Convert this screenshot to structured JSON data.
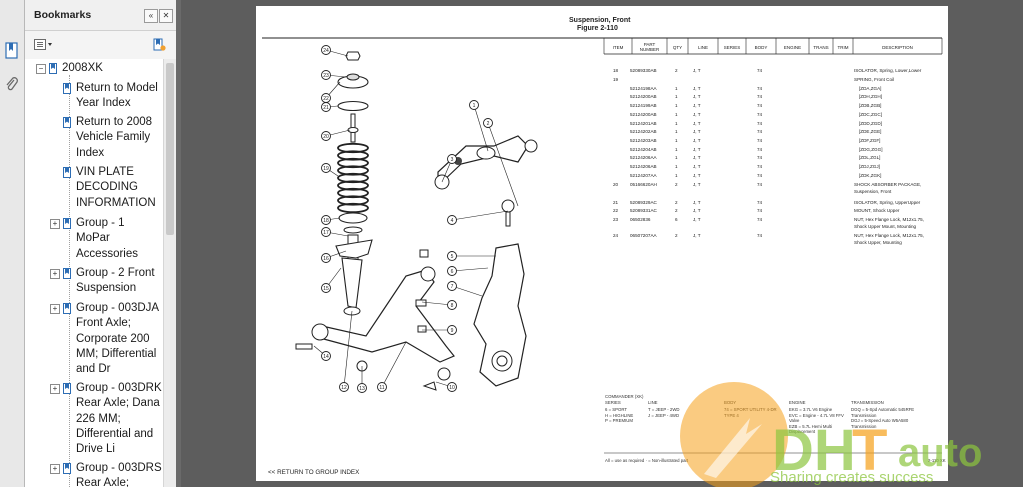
{
  "panel": {
    "title": "Bookmarks",
    "collapse_label": "«",
    "close_label": "✕"
  },
  "bookmarks": [
    {
      "label": "2008XK",
      "lines": [
        "2008XK"
      ],
      "expander": "−"
    },
    {
      "label": "Return to Model Year Index",
      "lines": [
        "Return to Model",
        "Year Index"
      ],
      "expander": ""
    },
    {
      "label": "Return to 2008 Vehicle Family Index",
      "lines": [
        "Return to 2008",
        "Vehicle Family",
        "Index"
      ],
      "expander": ""
    },
    {
      "label": "VIN PLATE DECODING INFORMATION",
      "lines": [
        "VIN PLATE",
        "DECODING",
        "INFORMATION"
      ],
      "expander": ""
    },
    {
      "label": "Group - 1 MoPar Accessories",
      "lines": [
        "Group - 1",
        "MoPar",
        "Accessories"
      ],
      "expander": "+"
    },
    {
      "label": "Group - 2 Front Suspension",
      "lines": [
        "Group - 2 Front",
        "Suspension"
      ],
      "expander": "+"
    },
    {
      "label": "Group - 003DJA Front Axle; Corporate 200 MM; Differential and Dr",
      "lines": [
        "Group - 003DJA",
        "Front Axle;",
        "Corporate 200",
        "MM; Differential",
        "and Dr"
      ],
      "expander": "+"
    },
    {
      "label": "Group - 003DRK Rear Axle; Dana 226 MM; Differential and Drive Li",
      "lines": [
        "Group - 003DRK",
        "Rear Axle; Dana",
        "226 MM;",
        "Differential and",
        "Drive Li"
      ],
      "expander": "+"
    },
    {
      "label": "Group - 003DRS Rear Axle;",
      "lines": [
        "Group - 003DRS",
        "Rear Axle;"
      ],
      "expander": "+"
    }
  ],
  "document": {
    "title": "Suspension, Front",
    "figure": "Figure 2-110",
    "columns": [
      "ITEM",
      "PART NUMBER",
      "QTY",
      "LINE",
      "SERIES",
      "BODY",
      "ENGINE",
      "TRANS",
      "TRIM",
      "DESCRIPTION"
    ],
    "column_lines": [
      [
        "ITEM"
      ],
      [
        "PART",
        "NUMBER"
      ],
      [
        "QTY"
      ],
      [
        "LINE"
      ],
      [
        "SERIES"
      ],
      [
        "BODY"
      ],
      [
        "ENGINE"
      ],
      [
        "TRANS"
      ],
      [
        "TRIM"
      ],
      [
        "DESCRIPTION"
      ]
    ],
    "rows": [
      {
        "item": "18",
        "part": "52089330AB",
        "qty": "2",
        "line": "J, T",
        "body": "74",
        "desc": [
          "ISOLATOR, Spring, Lower,Lower"
        ]
      },
      {
        "item": "19",
        "part": "",
        "qty": "",
        "line": "",
        "body": "",
        "desc": [
          "SPRING, Front Coil"
        ]
      },
      {
        "item": "",
        "part": "52124198AA",
        "qty": "1",
        "line": "J, T",
        "body": "74",
        "desc": [
          "[ZDA,ZGA]"
        ]
      },
      {
        "item": "",
        "part": "52124200AB",
        "qty": "1",
        "line": "J, T",
        "body": "74",
        "desc": [
          "[ZDH,ZGH]"
        ]
      },
      {
        "item": "",
        "part": "52124199AB",
        "qty": "1",
        "line": "J, T",
        "body": "74",
        "desc": [
          "[ZDB,ZGB]"
        ]
      },
      {
        "item": "",
        "part": "52124200AB",
        "qty": "1",
        "line": "J, T",
        "body": "74",
        "desc": [
          "[ZDC,ZGC]"
        ]
      },
      {
        "item": "",
        "part": "52124201AB",
        "qty": "1",
        "line": "J, T",
        "body": "74",
        "desc": [
          "[ZDD,ZGD]"
        ]
      },
      {
        "item": "",
        "part": "52124202AB",
        "qty": "1",
        "line": "J, T",
        "body": "74",
        "desc": [
          "[ZDE,ZGE]"
        ]
      },
      {
        "item": "",
        "part": "52124203AB",
        "qty": "1",
        "line": "J, T",
        "body": "74",
        "desc": [
          "[ZDF,ZGF]"
        ]
      },
      {
        "item": "",
        "part": "52124204AB",
        "qty": "1",
        "line": "J, T",
        "body": "74",
        "desc": [
          "[ZDG,ZGG]"
        ]
      },
      {
        "item": "",
        "part": "52124206AA",
        "qty": "1",
        "line": "J, T",
        "body": "74",
        "desc": [
          "[ZDL,ZGL]"
        ]
      },
      {
        "item": "",
        "part": "52124206AB",
        "qty": "1",
        "line": "J, T",
        "body": "74",
        "desc": [
          "[ZDJ,ZGJ]"
        ]
      },
      {
        "item": "",
        "part": "52124207AA",
        "qty": "1",
        "line": "J, T",
        "body": "74",
        "desc": [
          "[ZDK,ZGK]"
        ]
      },
      {
        "item": "20",
        "part": "05166620AH",
        "qty": "2",
        "line": "J, T",
        "body": "74",
        "desc": [
          "SHOCK ABSORBER PACKAGE,",
          "Suspension, Front"
        ]
      },
      {
        "item": "21",
        "part": "52089329AC",
        "qty": "2",
        "line": "J, T",
        "body": "74",
        "desc": [
          "ISOLATOR, Spring, UpperUpper"
        ]
      },
      {
        "item": "22",
        "part": "52089331AC",
        "qty": "2",
        "line": "J, T",
        "body": "74",
        "desc": [
          "MOUNT, Shock Upper"
        ]
      },
      {
        "item": "23",
        "part": "06502836",
        "qty": "6",
        "line": "J, T",
        "body": "74",
        "desc": [
          "NUT, Hex Flange Lock, M12x1.75,",
          "Shock Upper Mount, Mounting"
        ]
      },
      {
        "item": "24",
        "part": "06507207AA",
        "qty": "2",
        "line": "J, T",
        "body": "74",
        "desc": [
          "NUT, Hex Flange Lock, M12x1.75,",
          "Shock Upper, Mounting"
        ]
      }
    ],
    "callouts": [
      "1",
      "2",
      "3",
      "4",
      "5",
      "6",
      "7",
      "8",
      "9",
      "10",
      "11",
      "12",
      "13",
      "14",
      "15",
      "16",
      "17",
      "18",
      "19",
      "20",
      "21",
      "22",
      "23",
      "24"
    ],
    "legend": {
      "commander": "COMMANDER (XK)",
      "series_head": "SERIES",
      "line_head": "LINE",
      "body_head": "BODY",
      "engine_head": "ENGINE",
      "trans_head": "TRANSMISSION",
      "series": [
        "6 = SPORT",
        "H = HIGHLINE",
        "P = PREMIUM"
      ],
      "lines": [
        "T = JEEP - 2WD",
        "J = JEEP - 4WD"
      ],
      "body": [
        "74 = SPORT UTILITY 4-DR",
        "TYPE 4"
      ],
      "engine": [
        "EKG = 3.7L V6 Engine",
        "EVC = Engine - 4.7L V8 FFV",
        "Valve",
        "EZB = 5.7L Hemi Multi",
        "Displacement"
      ],
      "trans": [
        "DGQ = 5-Spd Automatic 545RFE",
        "Transmission",
        "DGJ = 5-Speed Auto W5A580",
        "Transmission"
      ]
    },
    "footer_note": "All = use as required   · = Non-illustrated part",
    "page_number": "2-110 XK",
    "return_link": "<< RETURN TO GROUP INDEX"
  },
  "watermark": {
    "brand": "DHT auto",
    "brand_part1": "DH",
    "brand_part2": "T",
    "brand_part3": "auto",
    "slogan": "Sharing creates success"
  },
  "colors": {
    "watermark_orange": "#f6a11a",
    "watermark_green": "#8dc63f",
    "viewer_bg": "#5d5d5d"
  }
}
